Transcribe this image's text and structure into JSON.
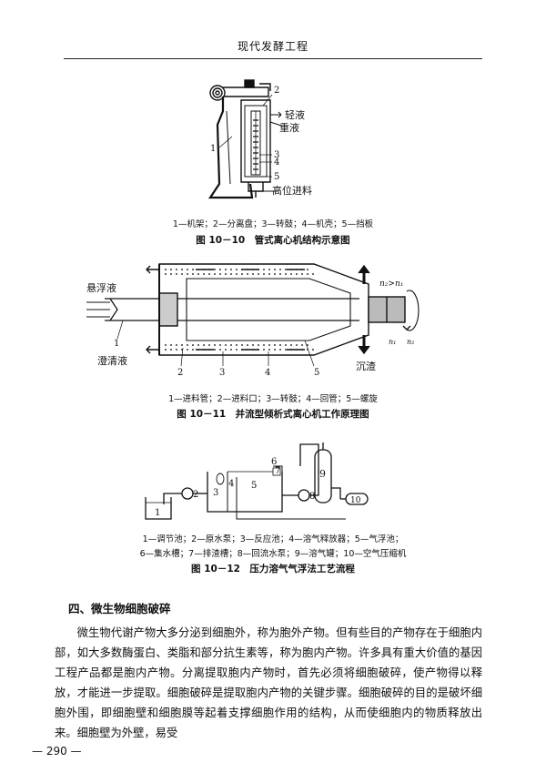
{
  "header": {
    "title": "现代发酵工程"
  },
  "figure_10_10": {
    "labels": {
      "n1": "1",
      "n2": "2",
      "n3": "3",
      "n4": "4",
      "n5": "5",
      "light_liquid": "轻液",
      "heavy_liquid": "重液",
      "high_feed": "高位进料"
    },
    "legend": "1—机架；2—分离盘；3—转鼓；4—机壳；5—挡板",
    "caption": "图 10－10　管式离心机结构示意图"
  },
  "figure_10_11": {
    "labels": {
      "suspension": "悬浮液",
      "clarified": "澄清液",
      "sediment": "沉渣",
      "speed_relation": "n₂>n₁",
      "n1": "n₁",
      "n2": "n₂",
      "p1": "1",
      "p2": "2",
      "p3": "3",
      "p4": "4",
      "p5": "5"
    },
    "legend": "1—进料管；2—进料口；3—转鼓；4—回管；5—螺旋",
    "caption": "图 10－11　并流型倾析式离心机工作原理图"
  },
  "figure_10_12": {
    "labels": {
      "p1": "1",
      "p2": "2",
      "p3": "3",
      "p4": "4",
      "p5": "5",
      "p6": "6",
      "p7": "7",
      "p8": "8",
      "p9": "9",
      "p10": "10"
    },
    "legend_line1": "1—调节池；2—原水泵；3—反应池；4—溶气释放器；5—气浮池；",
    "legend_line2": "6—集水槽；7—排渣槽；8—回流水泵；9—溶气罐；10—空气压缩机",
    "caption": "图 10－12　压力溶气气浮法工艺流程"
  },
  "section": {
    "title": "四、微生物细胞破碎"
  },
  "body": {
    "p1": "微生物代谢产物大多分泌到细胞外，称为胞外产物。但有些目的产物存在于细胞内部，如大多数酶蛋白、类脂和部分抗生素等，称为胞内产物。许多具有重大价值的基因工程产品都是胞内产物。分离提取胞内产物时，首先必须将细胞破碎，使产物得以释放，才能进一步提取。细胞破碎是提取胞内产物的关键步骤。细胞破碎的目的是破坏细胞外围，即细胞壁和细胞膜等起着支撑细胞作用的结构，从而使细胞内的物质释放出来。细胞壁为外壁，易受"
  },
  "footer": {
    "page_number": "— 290 —"
  }
}
